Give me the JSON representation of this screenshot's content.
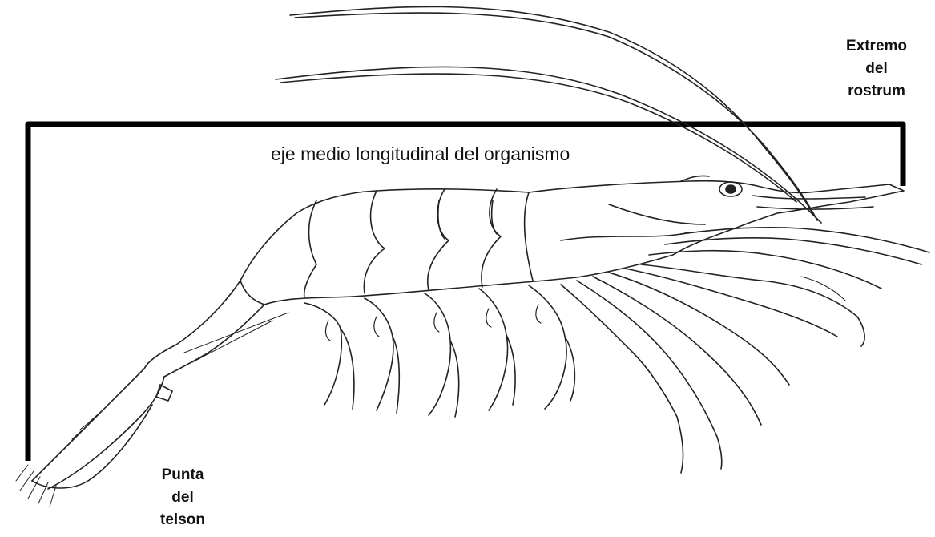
{
  "figure": {
    "rostrum_label": [
      "Extremo",
      "del",
      "rostrum"
    ],
    "telson_label": [
      "Punta",
      "del",
      "telson"
    ],
    "axis_label": "eje medio longitudinal del organismo",
    "ink_color": "#111111",
    "background": "#ffffff"
  }
}
